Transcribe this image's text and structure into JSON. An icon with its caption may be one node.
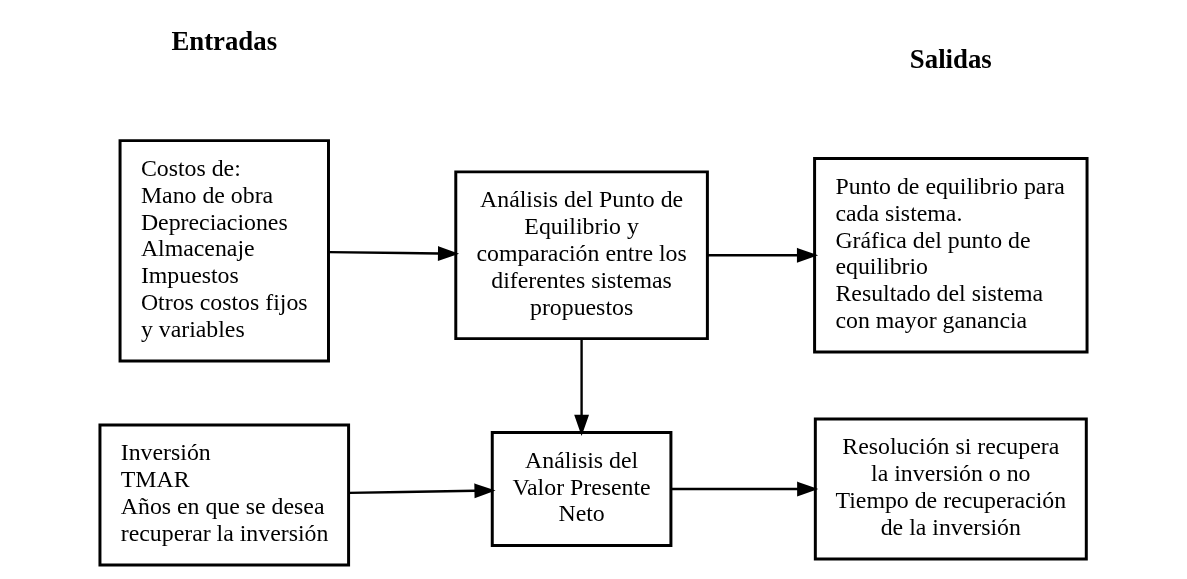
{
  "diagram": {
    "nodes": [
      {
        "text": [
          "Costos de:",
          "Mano de obra",
          "Depreciaciones",
          "Almacenaje",
          "Impuestos",
          "Otros costos fijos y variables"
        ]
      },
      {
        "text": [
          "Análisis del Punto de Equilibrio y comparación entre los diferentes sistemas propuestos"
        ]
      },
      {
        "text": [
          "Punto de equilibrio para cada sistema.",
          "Gráfica del punto de equilibrio",
          "Resultado del sistema con mayor ganancia"
        ]
      },
      {
        "text": [
          "Inversión",
          "TMAR",
          "Años en que se desea recuperar la inversión"
        ]
      },
      {
        "text": [
          "Análisis del Valor Presente Neto"
        ]
      },
      {
        "text": [
          "Resolución si recupera la inversión o no",
          "Tiempo de recuperación de la inversión"
        ]
      }
    ],
    "edges": [
      {
        "from": 0,
        "to": 1,
        "arrow": "to"
      },
      {
        "from": 1,
        "to": 2,
        "arrow": "to"
      },
      {
        "from": 1,
        "to": 4,
        "arrow": "to"
      },
      {
        "from": 3,
        "to": 4,
        "arrow": "to"
      },
      {
        "from": 4,
        "to": 5,
        "arrow": "to"
      }
    ],
    "labels": [
      "Entradas",
      "Salidas"
    ]
  }
}
